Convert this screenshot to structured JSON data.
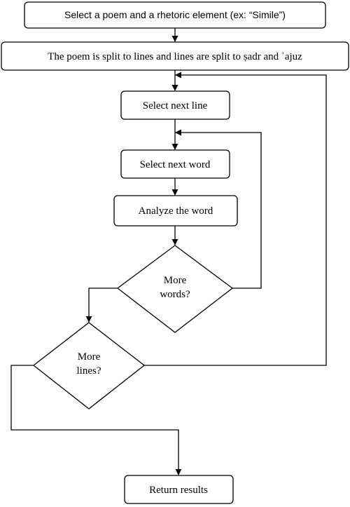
{
  "flowchart": {
    "steps": {
      "select_poem": "Select a poem and a rhetoric element (ex: “Simile”)",
      "split": "The poem is split to lines and lines are split to ṣadr and ʿajuz",
      "select_line": "Select next line",
      "select_word": "Select next word",
      "analyze": "Analyze the word",
      "more_words_1": "More",
      "more_words_2": "words?",
      "more_lines_1": "More",
      "more_lines_2": "lines?",
      "return": "Return results"
    },
    "colors": {
      "stroke": "#000000",
      "background": "#ffffff"
    }
  }
}
